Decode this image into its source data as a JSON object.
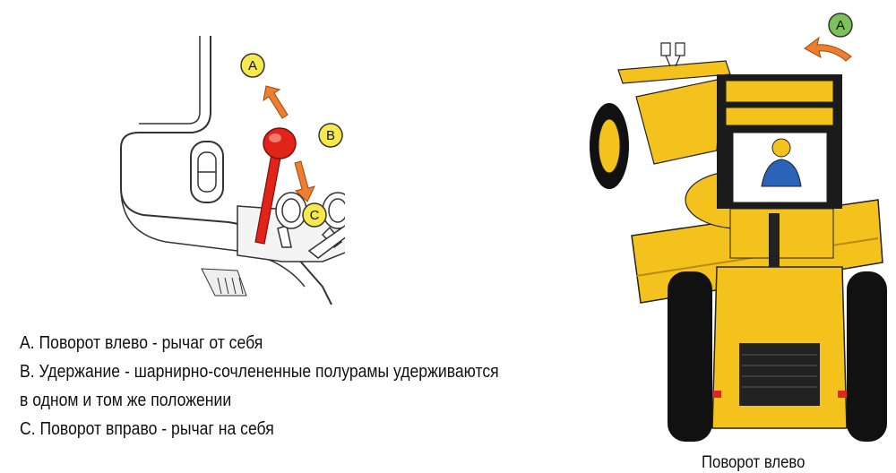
{
  "figure_lever": {
    "badge_a": "A",
    "badge_b": "B",
    "badge_c": "C",
    "colors": {
      "badge_yellow": "#f7e94a",
      "lever_red": "#e2231a",
      "arrow_orange": "#ee7d2d"
    }
  },
  "figure_grader": {
    "badge_a": "A",
    "caption": "Поворот влево",
    "colors": {
      "badge_green": "#7cc15a",
      "body_yellow": "#f4c21c"
    }
  },
  "legend": {
    "line1": "A. Поворот влево - рычаг от себя",
    "line2": "B. Удержание - шарнирно-сочлененные полурамы удерживаются",
    "line3": "в одном и том же положении",
    "line4": "C. Поворот вправо - рычаг на себя"
  }
}
